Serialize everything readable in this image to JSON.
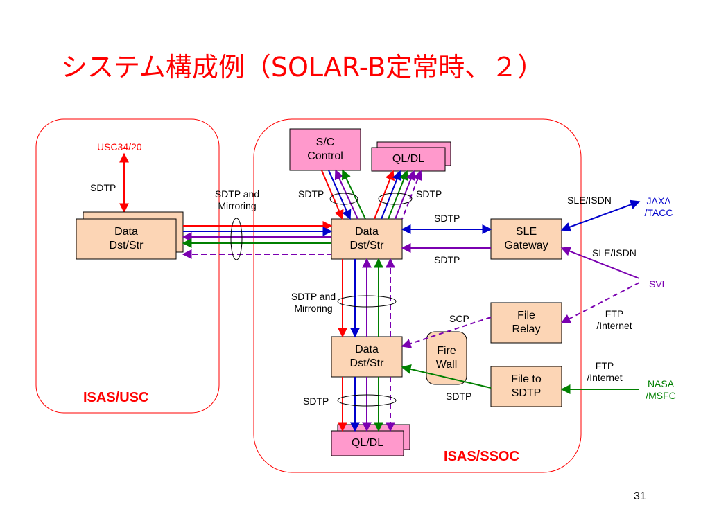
{
  "title": "システム構成例（SOLAR-B定常時、２）",
  "page_number": "31",
  "regions": {
    "usc": "ISAS/USC",
    "ssoc": "ISAS/SSOC"
  },
  "nodes": {
    "usc_data": "Data\nDst/Str",
    "sc_control": "S/C\nControl",
    "qldl_top": "QL/DL",
    "ssoc_data": "Data\nDst/Str",
    "sle_gateway": "SLE\nGateway",
    "file_relay": "File\nRelay",
    "fire_wall": "Fire\nWall",
    "data_lower": "Data\nDst/Str",
    "file_to_sdtp": "File to\nSDTP",
    "qldl_bottom": "QL/DL"
  },
  "external": {
    "usc3420": "USC34/20",
    "jaxa": "JAXA\n/TACC",
    "svl": "SVL",
    "nasa": "NASA\n/MSFC"
  },
  "labels": {
    "sdtp_usc": "SDTP",
    "sdtp_mirroring_top": "SDTP and\nMirroring",
    "sdtp_sc": "SDTP",
    "sdtp_ql": "SDTP",
    "sdtp_sle_top": "SDTP",
    "sdtp_sle_bottom": "SDTP",
    "sle_isdn_1": "SLE/ISDN",
    "sle_isdn_2": "SLE/ISDN",
    "sdtp_mirroring_mid": "SDTP and\nMirroring",
    "scp": "SCP",
    "ftp_internet_1": "FTP\n/Internet",
    "ftp_internet_2": "FTP\n/Internet",
    "sdtp_lower": "SDTP",
    "sdtp_file": "SDTP"
  },
  "colors": {
    "red": "#ff0000",
    "blue": "#0000cc",
    "purple": "#7a00b0",
    "green": "#008000",
    "box_orange": "#fcd5b5",
    "box_pink": "#ff99cc"
  }
}
